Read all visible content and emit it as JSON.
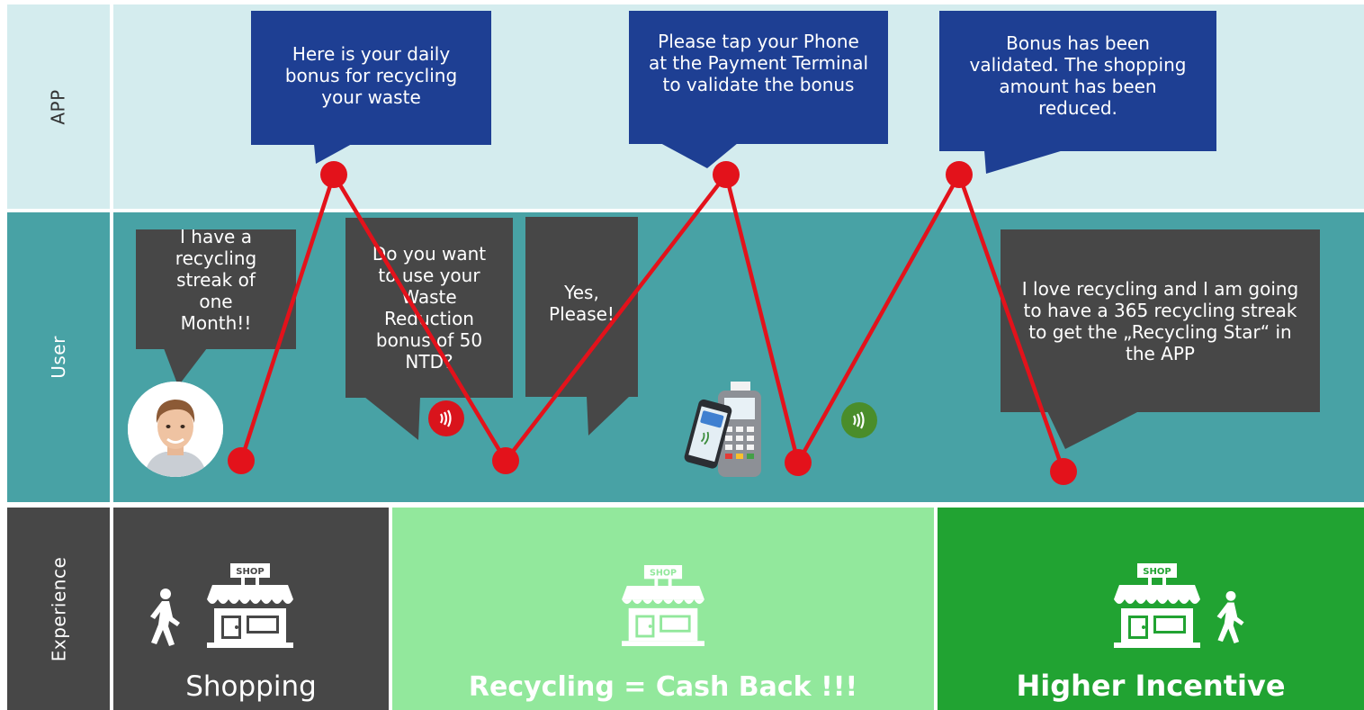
{
  "lanes": {
    "app": "APP",
    "user": "User",
    "experience": "Experience"
  },
  "app_bubbles": [
    "Here is your daily bonus for recycling your waste",
    "Please tap your Phone at the Payment Terminal to validate the bonus",
    "Bonus has been validated. The shopping amount has been reduced."
  ],
  "user_bubbles": [
    "I have a recycling streak of one Month!!",
    "Do you want to use your Waste Reduction bonus of 50 NTD?",
    "Yes, Please!",
    "I love recycling and I am going to have a 365 recycling streak to get the „Recycling Star“ in the APP"
  ],
  "experience": [
    {
      "title": "Shopping",
      "shop_sign": "SHOP"
    },
    {
      "title": "Recycling = Cash Back !!!",
      "shop_sign": "SHOP"
    },
    {
      "title": "Higher Incentive",
      "shop_sign": "SHOP"
    }
  ],
  "icons": {
    "avatar": "user-avatar-icon",
    "nfc": "contactless-icon",
    "terminal": "payment-terminal-icon",
    "shop": "shop-icon",
    "walker": "walking-person-icon"
  },
  "colors": {
    "app_lane": "#d4ecee",
    "user_lane": "#48a2a5",
    "experience_label": "#474747",
    "shopping": "#474747",
    "cash_back": "#92e89c",
    "higher_incentive": "#21a332",
    "app_bubble": "#1e3f93",
    "user_bubble": "#474747",
    "journey_line": "#e3121b",
    "nfc_red": "#d9141c",
    "nfc_green": "#4a8d2a"
  }
}
